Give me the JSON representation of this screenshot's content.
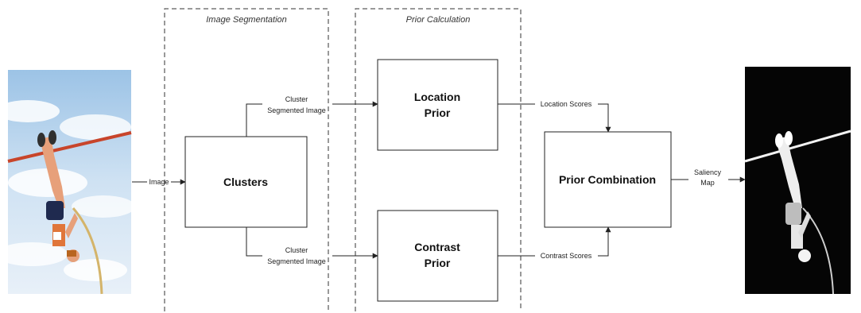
{
  "sections": {
    "segmentation": "Image Segmentation",
    "prior_calc": "Prior Calculation"
  },
  "boxes": {
    "clusters": "Clusters",
    "location_line1": "Location",
    "location_line2": "Prior",
    "contrast_line1": "Contrast",
    "contrast_line2": "Prior",
    "combination": "Prior Combination"
  },
  "edges": {
    "image": "Image",
    "cluster_top_1": "Cluster",
    "cluster_top_2": "Segmented Image",
    "cluster_bottom_1": "Cluster",
    "cluster_bottom_2": "Segmented Image",
    "location_scores": "Location Scores",
    "contrast_scores": "Contrast Scores",
    "saliency_1": "Saliency",
    "saliency_2": "Map"
  },
  "images": {
    "input": "pole-vault-photo",
    "output": "saliency-map"
  }
}
